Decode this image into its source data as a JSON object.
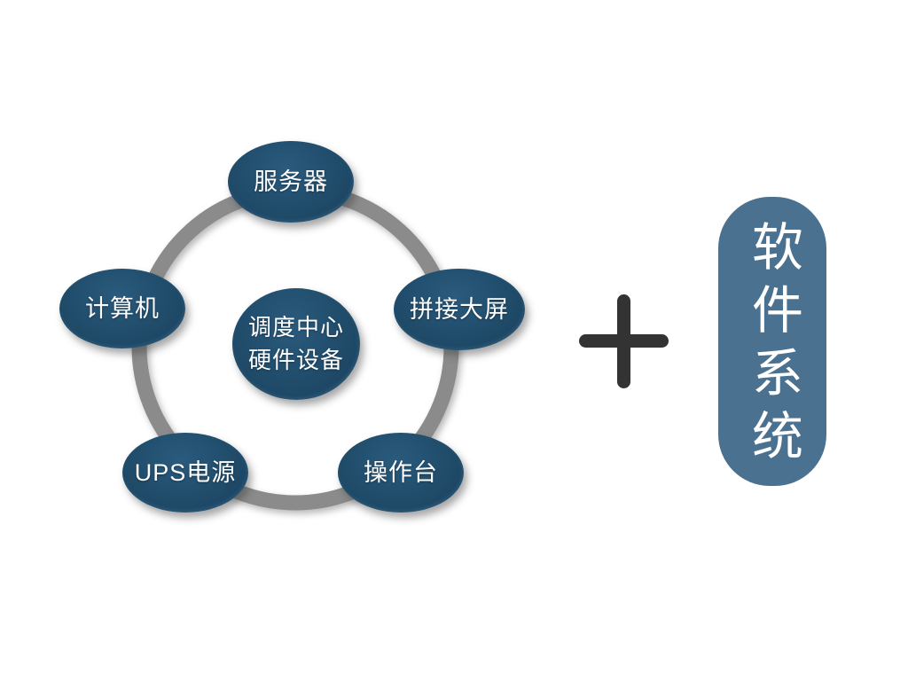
{
  "page": {
    "background": "#ffffff"
  },
  "colors": {
    "node_fill": "#204c6a",
    "node_fill_highlight": "#2a5a7d",
    "ring": "#8b8b8b",
    "plus": "#333333",
    "software_box": "#4b7190",
    "label_text": "#ffffff"
  },
  "diagram": {
    "center_node": {
      "label": "调度中心\n硬件设备",
      "line1": "调度中心",
      "line2": "硬件设备"
    },
    "outer_nodes": [
      {
        "id": "server",
        "label": "服务器"
      },
      {
        "id": "computer",
        "label": "计算机"
      },
      {
        "id": "splicing-screen",
        "label": "拼接大屏"
      },
      {
        "id": "ups-power",
        "label": "UPS电源"
      },
      {
        "id": "console",
        "label": "操作台"
      }
    ],
    "plus_sign": "+",
    "software_box": {
      "label": "软件系统"
    }
  }
}
